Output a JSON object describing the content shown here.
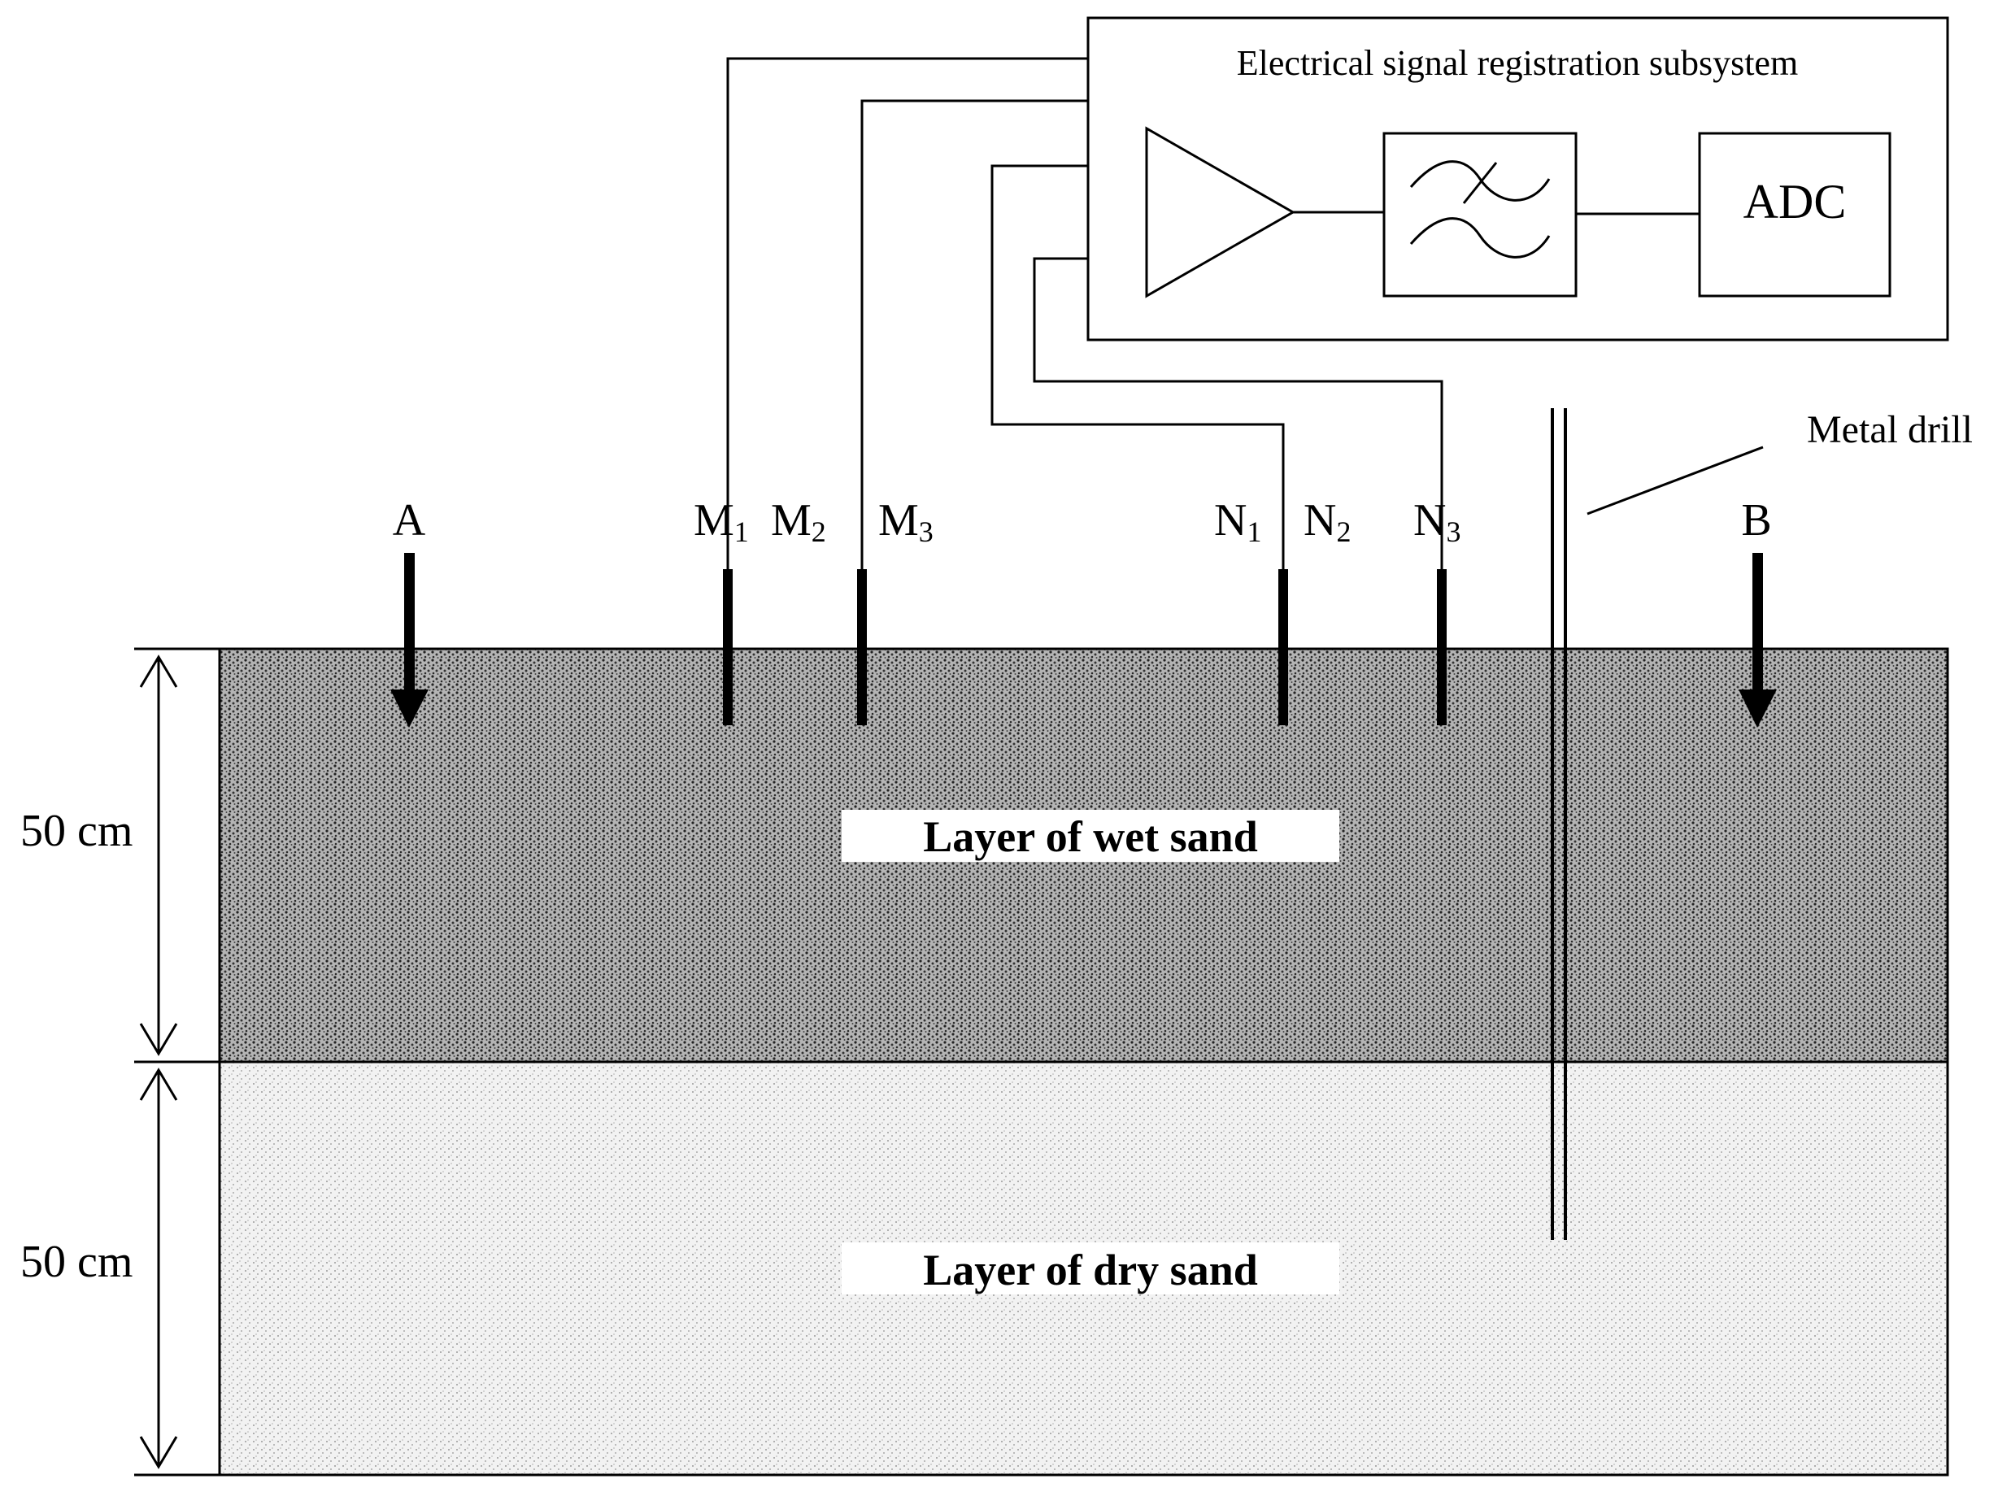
{
  "subsystem": {
    "title": "Electrical signal registration subsystem",
    "adc_label": "ADC",
    "components": [
      "amplifier-icon",
      "filter-icon",
      "adc-block"
    ]
  },
  "electrodes": {
    "current_a": "A",
    "current_b": "B",
    "m1": {
      "letter": "M",
      "sub": "1"
    },
    "m2": {
      "letter": "M",
      "sub": "2"
    },
    "m3": {
      "letter": "M",
      "sub": "3"
    },
    "n1": {
      "letter": "N",
      "sub": "1"
    },
    "n2": {
      "letter": "N",
      "sub": "2"
    },
    "n3": {
      "letter": "N",
      "sub": "3"
    }
  },
  "drill": {
    "label": "Metal drill"
  },
  "layers": {
    "wet": {
      "label": "Layer of wet sand",
      "thickness": "50 cm"
    },
    "dry": {
      "label": "Layer of dry sand",
      "thickness": "50 cm"
    }
  },
  "colors": {
    "wet_sand": "#8f8f8f",
    "dry_sand": "#e9e9e9",
    "line": "#000000"
  }
}
